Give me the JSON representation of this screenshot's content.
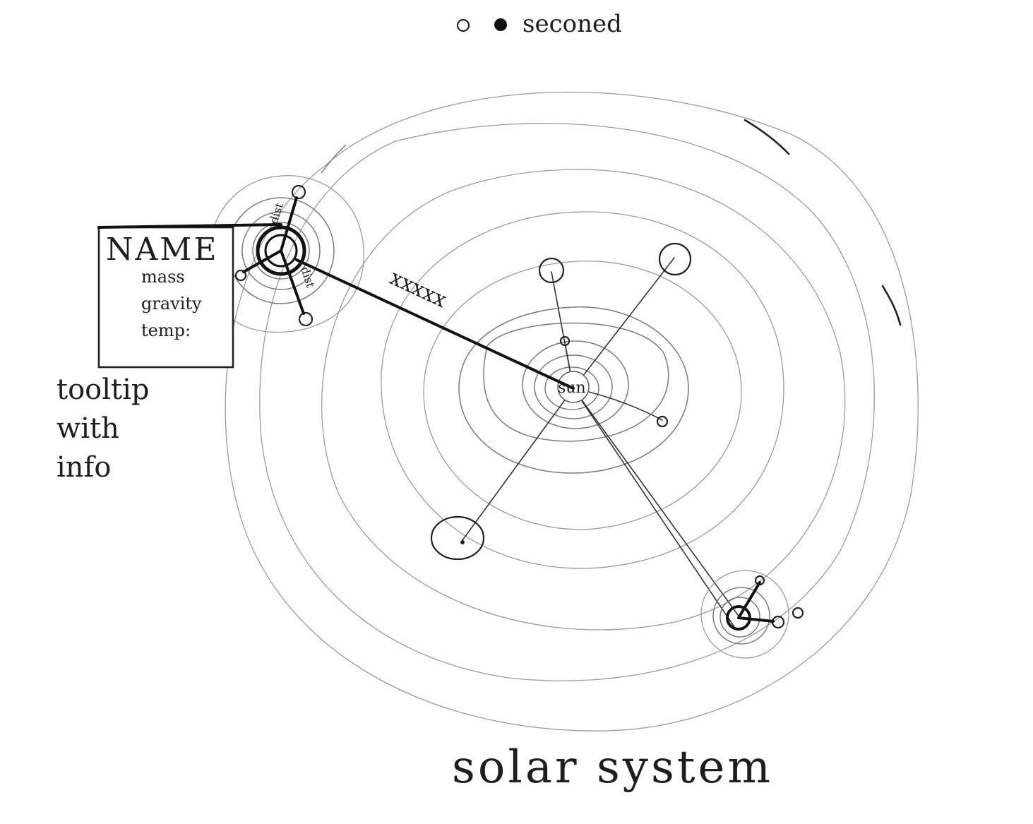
{
  "legend": {
    "label": "seconed"
  },
  "tooltip": {
    "name": "NAME",
    "rows": [
      "mass",
      "gravity",
      "temp:"
    ]
  },
  "annotation": {
    "lines": [
      "tooltip",
      "with",
      "info"
    ]
  },
  "center_label": "sun",
  "distance_label": "xxxxx",
  "moon_distance_labels": [
    "dist",
    "dist"
  ],
  "title": "solar system"
}
